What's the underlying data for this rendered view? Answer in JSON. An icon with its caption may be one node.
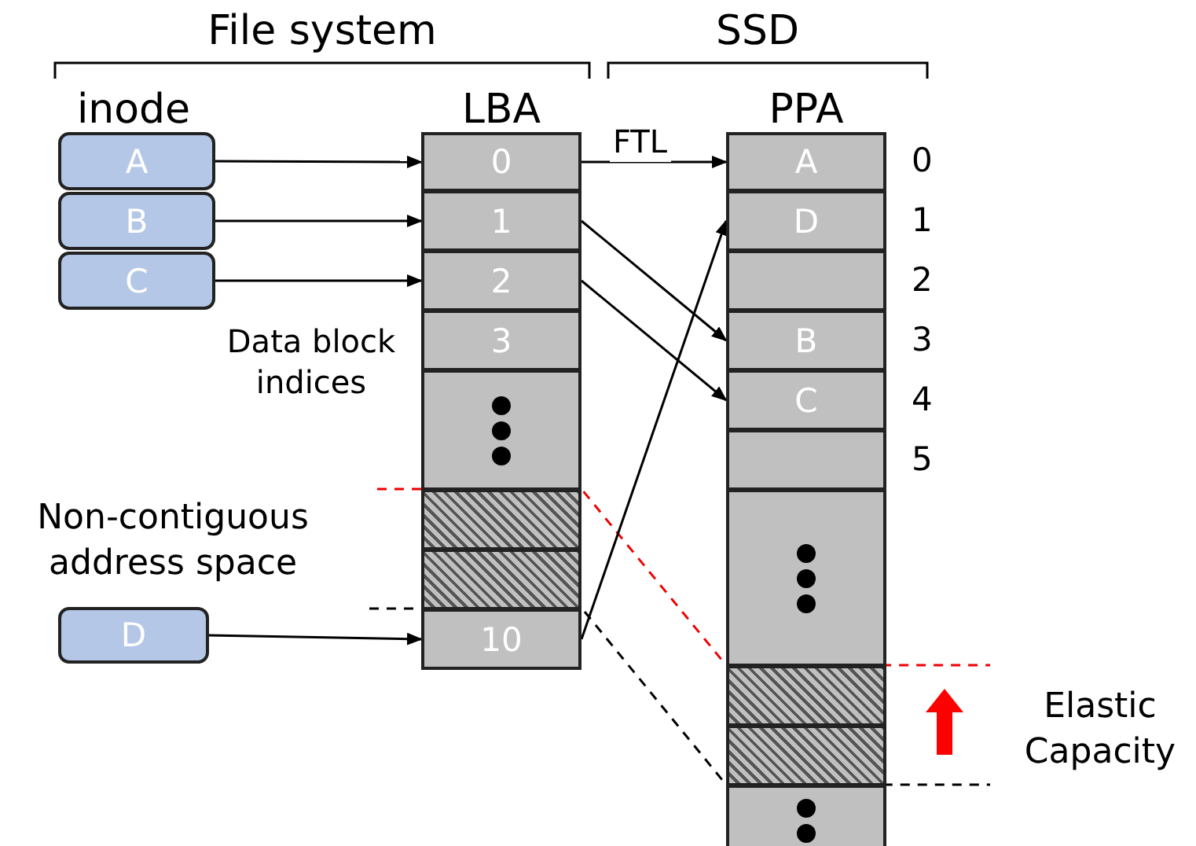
{
  "diagram": {
    "nodes": [
      {
        "text": [
          "A"
        ]
      },
      {
        "text": [
          "B"
        ]
      },
      {
        "text": [
          "C"
        ]
      },
      {
        "text": [
          "D"
        ]
      },
      {
        "text": [
          "0"
        ]
      },
      {
        "text": [
          "1"
        ]
      },
      {
        "text": [
          "2"
        ]
      },
      {
        "text": [
          "3"
        ]
      },
      {
        "text": [],
        "shape": "box"
      },
      {
        "text": [],
        "shape": "box"
      },
      {
        "text": [],
        "shape": "box"
      },
      {
        "text": [
          "10"
        ]
      },
      {
        "text": [
          "A"
        ],
        "beside": [
          "0"
        ]
      },
      {
        "text": [
          "D"
        ],
        "beside": [
          "1"
        ]
      },
      {
        "text": [],
        "shape": "box",
        "beside": [
          "2"
        ]
      },
      {
        "text": [
          "B"
        ],
        "beside": [
          "3"
        ]
      },
      {
        "text": [
          "C"
        ],
        "beside": [
          "4"
        ]
      },
      {
        "text": [],
        "shape": "box",
        "beside": [
          "5"
        ]
      },
      {
        "text": [],
        "shape": "box"
      },
      {
        "text": [],
        "shape": "box"
      },
      {
        "text": [],
        "shape": "box"
      },
      {
        "text": [],
        "shape": "box"
      }
    ],
    "edges": [
      {
        "from": 0,
        "to": 4,
        "arrow": "to"
      },
      {
        "from": 1,
        "to": 5,
        "arrow": "to"
      },
      {
        "from": 2,
        "to": 6,
        "arrow": "to"
      },
      {
        "from": 3,
        "to": 11,
        "arrow": "to"
      },
      {
        "from": 4,
        "to": 12,
        "label": "FTL",
        "arrow": "to"
      },
      {
        "from": 5,
        "to": 15,
        "arrow": "to"
      },
      {
        "from": 6,
        "to": 16,
        "arrow": "to"
      },
      {
        "from": 11,
        "to": 13,
        "arrow": "to"
      }
    ],
    "labels": [
      "File system",
      "SSD",
      "inode",
      "LBA",
      "PPA",
      "Data block indices",
      "Non-contiguous address space",
      "Elastic Capacity"
    ]
  }
}
